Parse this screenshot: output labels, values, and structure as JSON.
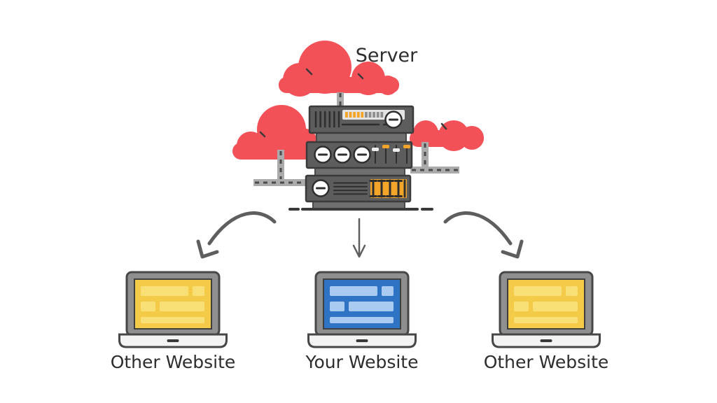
{
  "diagram": {
    "server_label": "Server",
    "laptops": [
      {
        "id": "left",
        "label": "Other Website",
        "screen_color_name": "yellow"
      },
      {
        "id": "center",
        "label": "Your Website",
        "screen_color_name": "blue"
      },
      {
        "id": "right",
        "label": "Other Website",
        "screen_color_name": "yellow"
      }
    ],
    "icons": [
      "cloud-icon",
      "server-rack-icon",
      "curved-arrow-icon",
      "straight-arrow-icon",
      "laptop-icon"
    ]
  },
  "colors": {
    "cloud-red": "#F25158",
    "server-gray": "#5D5D5D",
    "server-border": "#3A3A3A",
    "spine-gray": "#6F6F6F",
    "accent-orange": "#F2A529",
    "cable-gray": "#ABABAB",
    "cable-dash": "#4A4A4A",
    "arrow-gray": "#5E5E5E",
    "laptop-frame": "#8F8F8F",
    "laptop-border": "#474747",
    "laptop-base": "#F3F3F3",
    "screen-yellow": "#F4CB49",
    "screen-yellow-block": "#F8E076",
    "screen-blue": "#2F73C4",
    "screen-blue-block": "#A9CBF2",
    "led-bar": "#E4E4E4",
    "led-off": "#8F8F8F",
    "text": "#2D2D2D"
  }
}
